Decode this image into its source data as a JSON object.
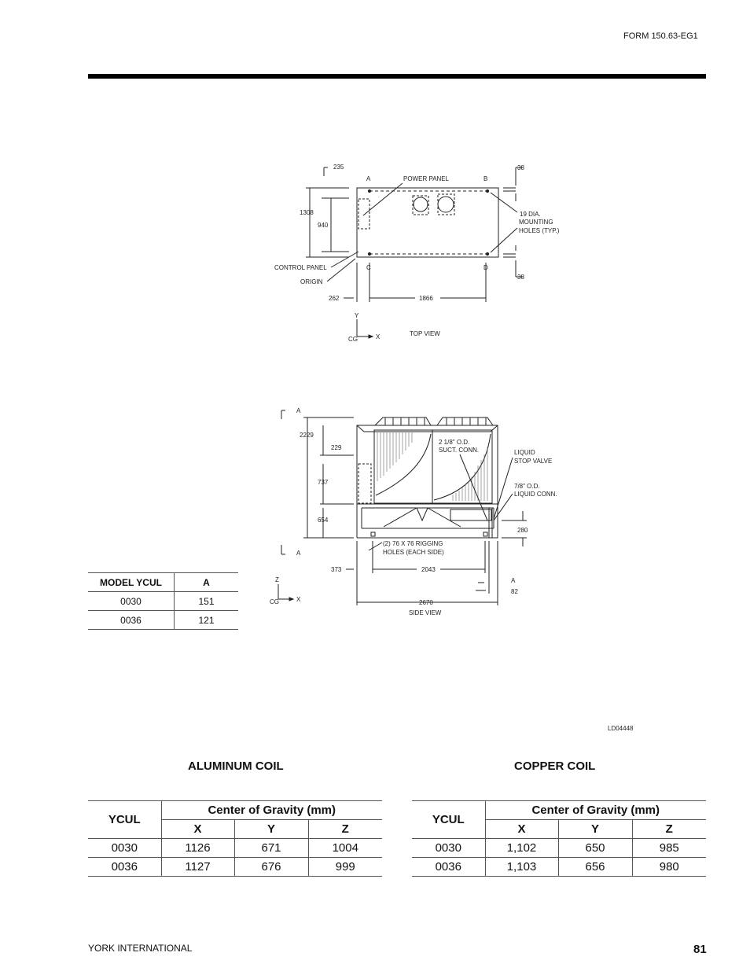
{
  "header": {
    "form_number": "FORM 150.63-EG1"
  },
  "top_view": {
    "dim_235": "235",
    "dim_38_top": "38",
    "corner_a": "A",
    "corner_b": "B",
    "power_panel": "POWER PANEL",
    "dim_1308": "1308",
    "dim_940": "940",
    "mounting_line1": "19 DIA.",
    "mounting_line2": "MOUNTING",
    "mounting_line3": "HOLES (TYP.)",
    "control_panel": "CONTROL PANEL",
    "corner_c": "C",
    "corner_d": "D",
    "dim_38_bottom": "38",
    "origin": "ORIGIN",
    "dim_262": "262",
    "dim_1866": "1866",
    "axis_y": "Y",
    "axis_x": "X",
    "cg": "CG",
    "title": "TOP VIEW"
  },
  "side_view": {
    "a_top": "A",
    "dim_2229": "2229",
    "dim_229": "229",
    "dim_737": "737",
    "dim_654": "654",
    "a_bottom": "A",
    "suct_line1": "2 1/8\" O.D.",
    "suct_line2": "SUCT. CONN.",
    "liquid_valve_line1": "LIQUID",
    "liquid_valve_line2": "STOP VALVE",
    "liquid_conn_line1": "7/8\" O.D.",
    "liquid_conn_line2": "LIQUID CONN.",
    "dim_280": "280",
    "rigging_line1": "(2) 76 X 76 RIGGING",
    "rigging_line2": "HOLES (EACH SIDE)",
    "dim_373": "373",
    "dim_2043": "2043",
    "a_right": "A",
    "dim_82": "82",
    "dim_2670": "2670",
    "axis_z": "Z",
    "axis_x": "X",
    "cg": "CG",
    "title": "SIDE VIEW"
  },
  "model_table": {
    "headers": [
      "MODEL YCUL",
      "A"
    ],
    "rows": [
      [
        "0030",
        "151"
      ],
      [
        "0036",
        "121"
      ]
    ]
  },
  "drawing_id": "LD04448",
  "aluminum": {
    "title": "ALUMINUM COIL",
    "col_ycul": "YCUL",
    "group": "Center of Gravity (mm)",
    "axes": [
      "X",
      "Y",
      "Z"
    ],
    "rows": [
      [
        "0030",
        "1126",
        "671",
        "1004"
      ],
      [
        "0036",
        "1127",
        "676",
        "999"
      ]
    ]
  },
  "copper": {
    "title": "COPPER COIL",
    "col_ycul": "YCUL",
    "group": "Center of Gravity (mm)",
    "axes": [
      "X",
      "Y",
      "Z"
    ],
    "rows": [
      [
        "0030",
        "1,102",
        "650",
        "985"
      ],
      [
        "0036",
        "1,103",
        "656",
        "980"
      ]
    ]
  },
  "footer": {
    "company": "YORK INTERNATIONAL",
    "page": "81"
  }
}
